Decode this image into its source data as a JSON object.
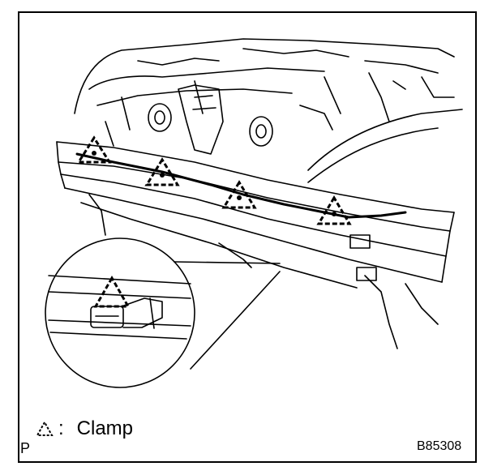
{
  "legend": {
    "symbol_icon": "dashed-triangle-icon",
    "separator": ":",
    "label": "Clamp"
  },
  "figure": {
    "corner_letter": "P",
    "code": "B85308"
  },
  "callout_markers": [
    {
      "id": "clamp-1",
      "icon": "dashed-triangle-icon"
    },
    {
      "id": "clamp-2",
      "icon": "dashed-triangle-icon"
    },
    {
      "id": "clamp-3",
      "icon": "dashed-triangle-icon"
    },
    {
      "id": "clamp-4",
      "icon": "dashed-triangle-icon"
    },
    {
      "id": "clamp-detail",
      "icon": "dashed-triangle-icon"
    }
  ]
}
